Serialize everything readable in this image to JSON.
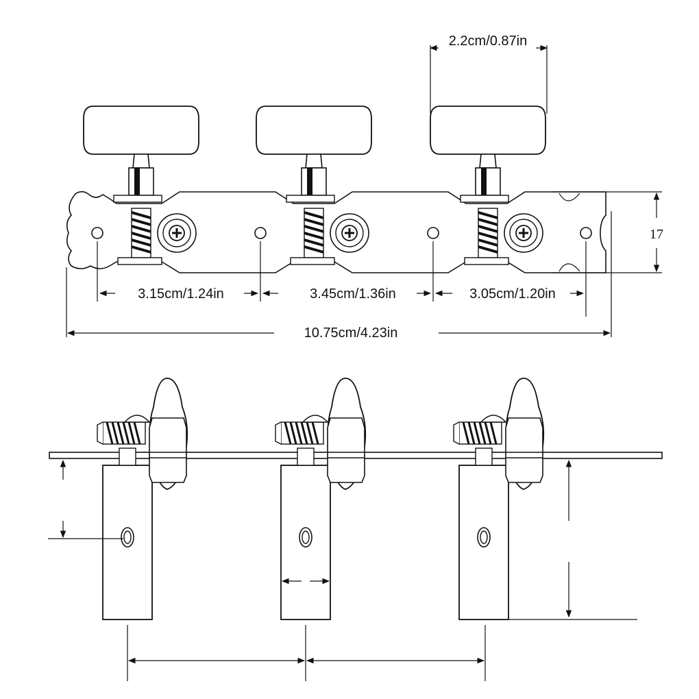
{
  "dimensions": {
    "knob_width": "2.2cm/0.87in",
    "plate_height": "17",
    "spacing_1": "3.15cm/1.24in",
    "spacing_2": "3.45cm/1.36in",
    "spacing_3": "3.05cm/1.20in",
    "total_length": "10.75cm/4.23in"
  },
  "colors": {
    "stroke": "#111111",
    "background": "#ffffff"
  }
}
